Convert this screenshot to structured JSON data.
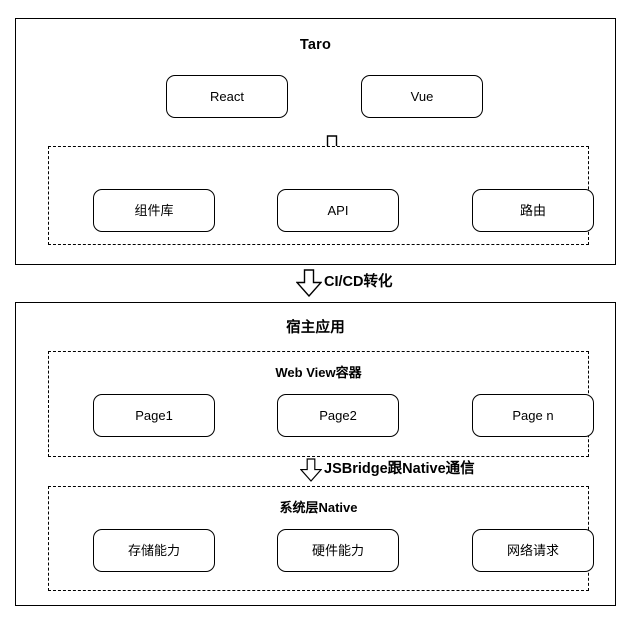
{
  "diagram": {
    "type": "layered-architecture",
    "sections": [
      {
        "id": "taro",
        "title": "Taro",
        "frameworks": [
          {
            "label": "React"
          },
          {
            "label": "Vue"
          }
        ],
        "arrow": {
          "icon": "down-block-arrow-icon"
        },
        "group": {
          "title": "",
          "nodes": [
            {
              "label": "组件库"
            },
            {
              "label": "API"
            },
            {
              "label": "路由"
            }
          ]
        }
      },
      {
        "id": "host",
        "title": "宿主应用",
        "groups": [
          {
            "id": "webview",
            "title": "Web View容器",
            "nodes": [
              {
                "label": "Page1"
              },
              {
                "label": "Page2"
              },
              {
                "label": "Page n"
              }
            ]
          },
          {
            "id": "native",
            "title": "系统层Native",
            "nodes": [
              {
                "label": "存储能力"
              },
              {
                "label": "硬件能力"
              },
              {
                "label": "网络请求"
              }
            ]
          }
        ]
      }
    ],
    "connectors": [
      {
        "id": "cicd",
        "label": "CI/CD转化",
        "icon": "down-block-arrow-icon"
      },
      {
        "id": "jsbridge",
        "label": "JSBridge跟Native通信",
        "icon": "down-block-arrow-icon"
      }
    ]
  },
  "colors": {
    "stroke": "#000000",
    "background": "#ffffff",
    "text": "#000000"
  }
}
